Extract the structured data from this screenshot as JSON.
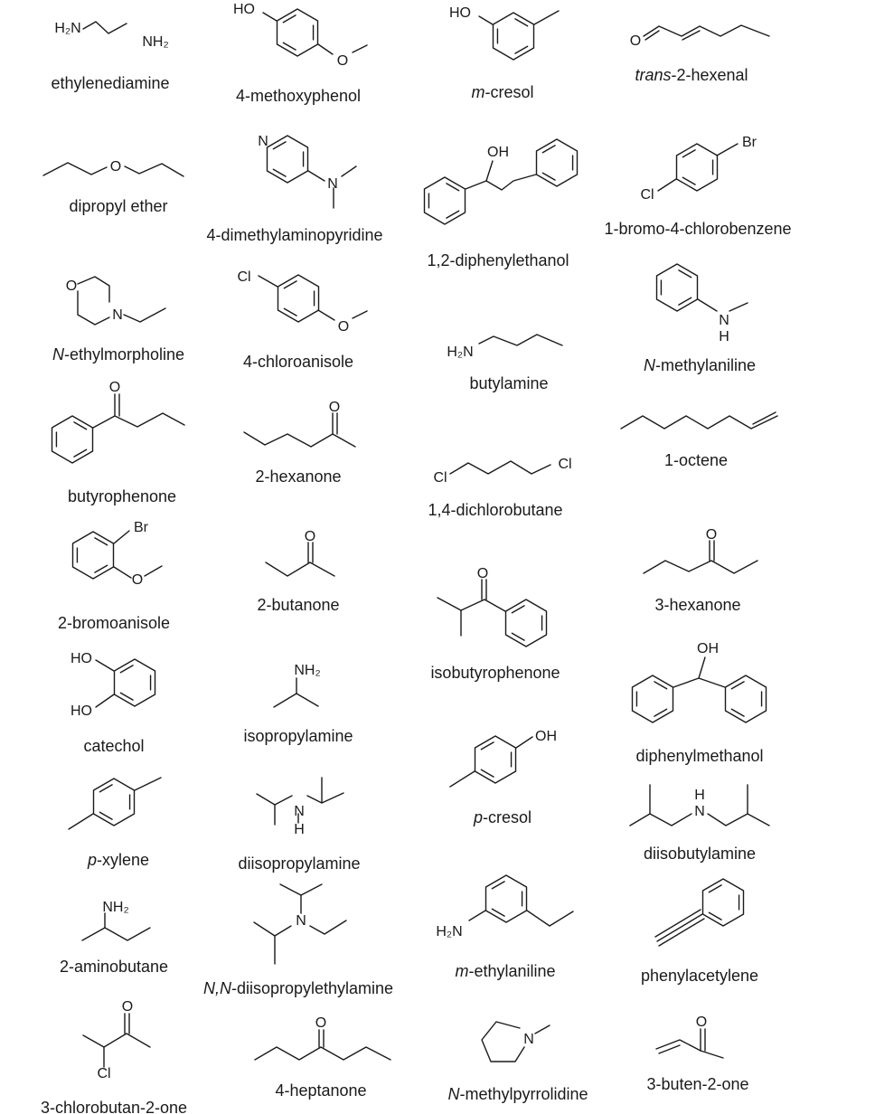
{
  "compounds": [
    {
      "id": "ethylenediamine",
      "name": [
        {
          "t": "ethylenediamine"
        }
      ],
      "atoms": [
        "H₂N",
        "NH₂"
      ]
    },
    {
      "id": "4-methoxyphenol",
      "name": [
        {
          "t": "4-methoxyphenol"
        }
      ],
      "atoms": [
        "HO",
        "O"
      ]
    },
    {
      "id": "m-cresol",
      "name": [
        {
          "t": "m",
          "i": true
        },
        {
          "t": "-cresol"
        }
      ],
      "atoms": [
        "HO"
      ]
    },
    {
      "id": "trans-2-hexenal",
      "name": [
        {
          "t": "trans",
          "i": true
        },
        {
          "t": "-2-hexenal"
        }
      ],
      "atoms": [
        "O"
      ]
    },
    {
      "id": "dipropyl-ether",
      "name": [
        {
          "t": "dipropyl ether"
        }
      ],
      "atoms": [
        "O"
      ]
    },
    {
      "id": "4-dimethylaminopyridine",
      "name": [
        {
          "t": "4-dimethylaminopyridine"
        }
      ],
      "atoms": [
        "N",
        "N"
      ]
    },
    {
      "id": "1-2-diphenylethanol",
      "name": [
        {
          "t": "1,2-diphenylethanol"
        }
      ],
      "atoms": [
        "OH"
      ]
    },
    {
      "id": "1-bromo-4-chlorobenzene",
      "name": [
        {
          "t": "1-bromo-4-chlorobenzene"
        }
      ],
      "atoms": [
        "Br",
        "Cl"
      ]
    },
    {
      "id": "n-ethylmorpholine",
      "name": [
        {
          "t": "N",
          "i": true
        },
        {
          "t": "-ethylmorpholine"
        }
      ],
      "atoms": [
        "O",
        "N"
      ]
    },
    {
      "id": "4-chloroanisole",
      "name": [
        {
          "t": "4-chloroanisole"
        }
      ],
      "atoms": [
        "Cl",
        "O"
      ]
    },
    {
      "id": "butylamine",
      "name": [
        {
          "t": "butylamine"
        }
      ],
      "atoms": [
        "H₂N"
      ]
    },
    {
      "id": "n-methylaniline",
      "name": [
        {
          "t": "N",
          "i": true
        },
        {
          "t": "-methylaniline"
        }
      ],
      "atoms": [
        "N",
        "H"
      ]
    },
    {
      "id": "butyrophenone",
      "name": [
        {
          "t": "butyrophenone"
        }
      ],
      "atoms": [
        "O"
      ]
    },
    {
      "id": "2-hexanone",
      "name": [
        {
          "t": "2-hexanone"
        }
      ],
      "atoms": [
        "O"
      ]
    },
    {
      "id": "1-4-dichlorobutane",
      "name": [
        {
          "t": "1,4-dichlorobutane"
        }
      ],
      "atoms": [
        "Cl",
        "Cl"
      ]
    },
    {
      "id": "1-octene",
      "name": [
        {
          "t": "1-octene"
        }
      ],
      "atoms": []
    },
    {
      "id": "2-bromoanisole",
      "name": [
        {
          "t": "2-bromoanisole"
        }
      ],
      "atoms": [
        "Br",
        "O"
      ]
    },
    {
      "id": "2-butanone",
      "name": [
        {
          "t": "2-butanone"
        }
      ],
      "atoms": [
        "O"
      ]
    },
    {
      "id": "isobutyrophenone",
      "name": [
        {
          "t": "isobutyrophenone"
        }
      ],
      "atoms": [
        "O"
      ]
    },
    {
      "id": "3-hexanone",
      "name": [
        {
          "t": "3-hexanone"
        }
      ],
      "atoms": [
        "O"
      ]
    },
    {
      "id": "catechol",
      "name": [
        {
          "t": "catechol"
        }
      ],
      "atoms": [
        "HO",
        "HO"
      ]
    },
    {
      "id": "isopropylamine",
      "name": [
        {
          "t": "isopropylamine"
        }
      ],
      "atoms": [
        "NH₂"
      ]
    },
    {
      "id": "p-cresol",
      "name": [
        {
          "t": "p",
          "i": true
        },
        {
          "t": "-cresol"
        }
      ],
      "atoms": [
        "OH"
      ]
    },
    {
      "id": "diphenylmethanol",
      "name": [
        {
          "t": "diphenylmethanol"
        }
      ],
      "atoms": [
        "OH"
      ]
    },
    {
      "id": "p-xylene",
      "name": [
        {
          "t": "p",
          "i": true
        },
        {
          "t": "-xylene"
        }
      ],
      "atoms": []
    },
    {
      "id": "diisopropylamine",
      "name": [
        {
          "t": "diisopropylamine"
        }
      ],
      "atoms": [
        "N",
        "H"
      ]
    },
    {
      "id": "diisobutylamine",
      "name": [
        {
          "t": "diisobutylamine"
        }
      ],
      "atoms": [
        "H",
        "N"
      ]
    },
    {
      "id": "2-aminobutane",
      "name": [
        {
          "t": "2-aminobutane"
        }
      ],
      "atoms": [
        "NH₂"
      ]
    },
    {
      "id": "n-n-diisopropylethylamine",
      "name": [
        {
          "t": "N,N",
          "i": true
        },
        {
          "t": "-diisopropylethylamine"
        }
      ],
      "atoms": [
        "N"
      ]
    },
    {
      "id": "m-ethylaniline",
      "name": [
        {
          "t": "m",
          "i": true
        },
        {
          "t": "-ethylaniline"
        }
      ],
      "atoms": [
        "H₂N"
      ]
    },
    {
      "id": "phenylacetylene",
      "name": [
        {
          "t": "phenylacetylene"
        }
      ],
      "atoms": []
    },
    {
      "id": "3-chlorobutan-2-one",
      "name": [
        {
          "t": "3-chlorobutan-2-one"
        }
      ],
      "atoms": [
        "O",
        "Cl"
      ]
    },
    {
      "id": "4-heptanone",
      "name": [
        {
          "t": "4-heptanone"
        }
      ],
      "atoms": [
        "O"
      ]
    },
    {
      "id": "n-methylpyrrolidine",
      "name": [
        {
          "t": "N",
          "i": true
        },
        {
          "t": "-methylpyrrolidine"
        }
      ],
      "atoms": [
        "N"
      ]
    },
    {
      "id": "3-buten-2-one",
      "name": [
        {
          "t": "3-buten-2-one"
        }
      ],
      "atoms": [
        "O"
      ]
    }
  ]
}
